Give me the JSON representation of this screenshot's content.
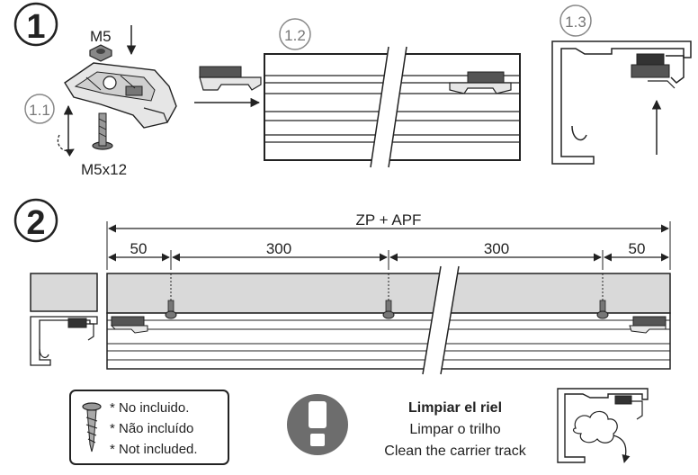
{
  "steps": {
    "step1": "1",
    "step2": "2",
    "sub11": "1.1",
    "sub12": "1.2",
    "sub13": "1.3"
  },
  "parts": {
    "nut": "M5",
    "screw": "M5x12"
  },
  "dimensions": {
    "total": "ZP + APF",
    "edge_left": "50",
    "span_left": "300",
    "span_right": "300",
    "edge_right": "50"
  },
  "legend": {
    "line1": "* No incluido.",
    "line2": "* Não incluído",
    "line3": "* Not included."
  },
  "warning": {
    "es": "Limpiar el riel",
    "pt": "Limpar o trilho",
    "en": "Clean the carrier track",
    "icon": "exclamation-icon"
  },
  "colors": {
    "line": "#222222",
    "panel": "#d9d9d9",
    "warning_circle": "#6d6d6d"
  }
}
